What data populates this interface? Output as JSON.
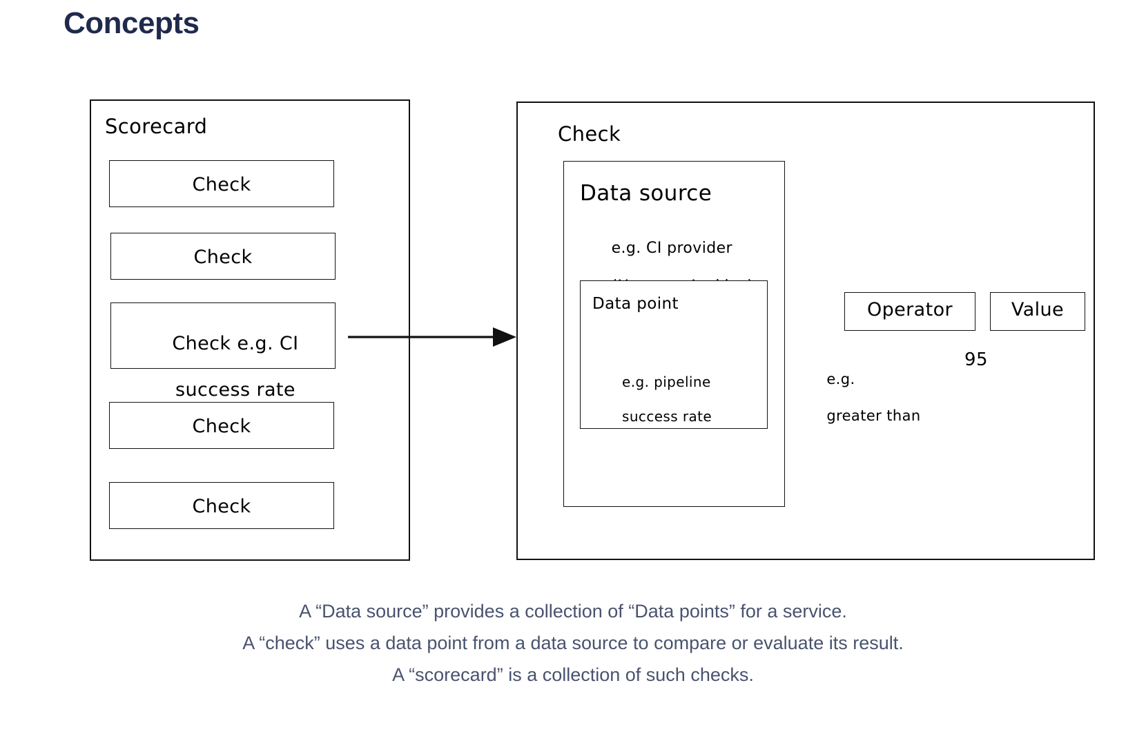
{
  "page": {
    "title": "Concepts",
    "title_color": "#1f2a4d",
    "background": "#ffffff",
    "stroke_color": "#111111",
    "caption_color": "#49536e"
  },
  "scorecard": {
    "label": "Scorecard",
    "checks": [
      {
        "line1": "Check",
        "line2": ""
      },
      {
        "line1": "Check",
        "line2": ""
      },
      {
        "line1": "Check e.g. CI",
        "line2": "success rate"
      },
      {
        "line1": "Check",
        "line2": ""
      },
      {
        "line1": "Check",
        "line2": ""
      }
    ]
  },
  "arrow": {
    "name": "arrow-right",
    "from": "check-ci-success-rate",
    "to": "check-detail-panel"
  },
  "check_detail": {
    "label": "Check",
    "data_source": {
      "label": "Data source",
      "example_line1": "e.g. CI provider",
      "example_line2": "(Harness, Jenkins)",
      "data_point": {
        "label": "Data point",
        "example_line1": "e.g. pipeline",
        "example_line2": "success rate"
      }
    },
    "operator": {
      "label": "Operator",
      "example_line1": "e.g.",
      "example_line2": "greater than"
    },
    "value": {
      "label": "Value",
      "example": "95"
    }
  },
  "caption": {
    "line1": "A “Data source” provides a collection of “Data points” for a service.",
    "line2": "A “check” uses a data point from a data source to compare or evaluate its result.",
    "line3": "A “scorecard” is a collection of such checks."
  }
}
